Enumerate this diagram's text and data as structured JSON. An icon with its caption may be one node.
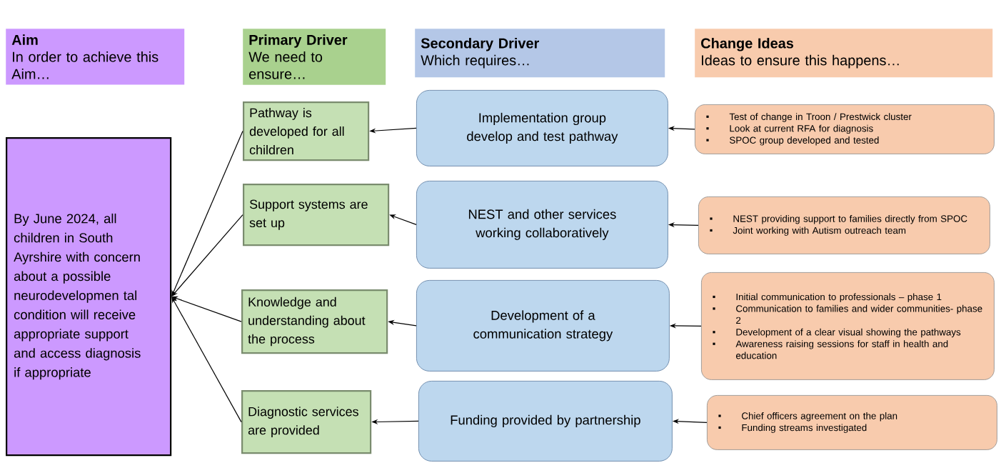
{
  "diagram": {
    "nodes": [
      {
        "text": [
          "Aim",
          "In order to achieve this Aim…"
        ]
      },
      {
        "text": [
          "Primary Driver",
          "We need to ensure…"
        ]
      },
      {
        "text": [
          "Secondary Driver",
          "Which requires…"
        ]
      },
      {
        "text": [
          "Change Ideas",
          "Ideas to ensure this happens…"
        ]
      },
      {
        "text": [
          "By June 2024, all children in South Ayrshire with concern about a possible neurodevelopmen tal condition will receive appropriate support and access diagnosis if appropriate"
        ]
      },
      {
        "text": [
          "Pathway is developed for all children"
        ]
      },
      {
        "text": [
          "Support systems are set up"
        ]
      },
      {
        "text": [
          "Knowledge and understanding about the process"
        ]
      },
      {
        "text": [
          "Diagnostic services are provided"
        ]
      },
      {
        "text": [
          "Implementation group develop and test pathway"
        ]
      },
      {
        "text": [
          "NEST and other services working collaboratively"
        ]
      },
      {
        "text": [
          "Development of a communication strategy"
        ]
      },
      {
        "text": [
          "Funding provided by partnership"
        ]
      },
      {
        "text": [
          "Test of change in Troon / Prestwick cluster",
          "Look at current RFA for diagnosis",
          "SPOC group developed and tested"
        ]
      },
      {
        "text": [
          "NEST providing support to families directly from SPOC",
          "Joint working with Autism outreach team"
        ]
      },
      {
        "text": [
          "Initial communication to professionals – phase 1",
          "Communication to families and wider communities- phase 2",
          "Development of a clear visual showing the pathways",
          "Awareness raising sessions for staff in health and education"
        ]
      },
      {
        "text": [
          "Chief officers agreement on the plan",
          "Funding streams investigated"
        ]
      }
    ],
    "edges": [
      {
        "from": 5,
        "to": 4,
        "arrow": "to"
      },
      {
        "from": 6,
        "to": 4,
        "arrow": "to"
      },
      {
        "from": 7,
        "to": 4,
        "arrow": "to"
      },
      {
        "from": 8,
        "to": 4,
        "arrow": "to"
      },
      {
        "from": 9,
        "to": 5,
        "arrow": "to"
      },
      {
        "from": 10,
        "to": 6,
        "arrow": "to"
      },
      {
        "from": 11,
        "to": 7,
        "arrow": "to"
      },
      {
        "from": 12,
        "to": 8,
        "arrow": "to"
      },
      {
        "from": 13,
        "to": 9,
        "arrow": "to"
      },
      {
        "from": 14,
        "to": 10,
        "arrow": "to"
      },
      {
        "from": 15,
        "to": 11,
        "arrow": "to"
      },
      {
        "from": 16,
        "to": 12,
        "arrow": "to"
      }
    ]
  }
}
